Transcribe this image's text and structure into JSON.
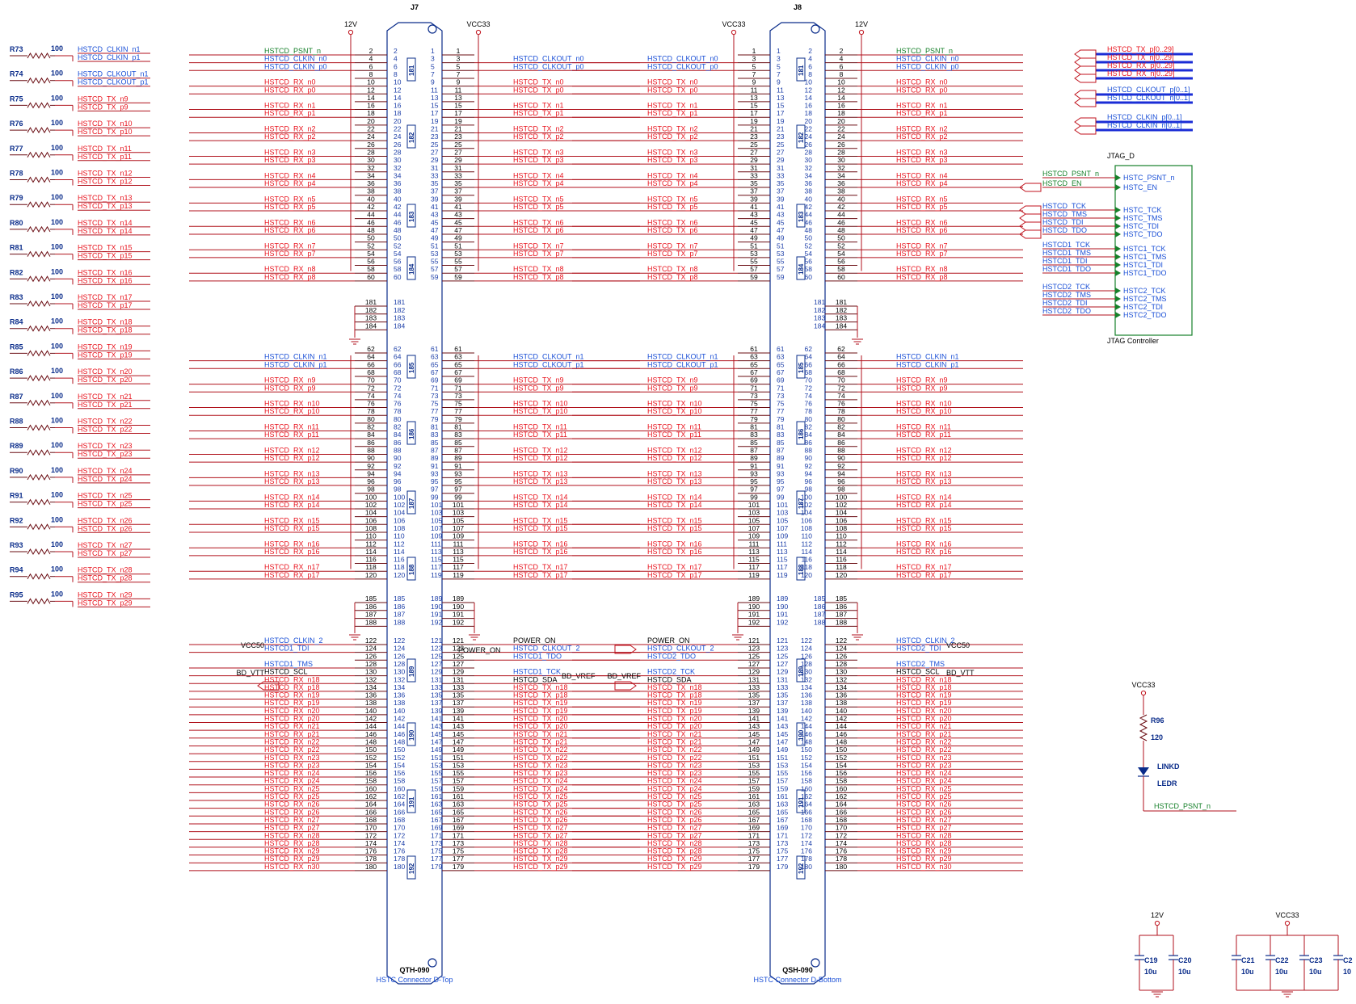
{
  "connectors": [
    {
      "ref": "J7",
      "part": "QTH-090",
      "description": "HSTC Connector D-Top",
      "top_rails": [
        "12V",
        "VCC33"
      ]
    },
    {
      "ref": "J8",
      "part": "QSH-090",
      "description": "HSTC Connector D-Bottom",
      "top_rails": [
        "VCC33",
        "12V"
      ]
    }
  ],
  "banks": [
    "181",
    "182",
    "183",
    "184",
    "185",
    "186",
    "187",
    "188",
    "189",
    "190",
    "191",
    "192"
  ],
  "resistors": [
    {
      "ref": "R73",
      "value": "100",
      "n": "HSTCD_CLKIN_n1",
      "p": "HSTCD_CLKIN_p1",
      "kind": "clk"
    },
    {
      "ref": "R74",
      "value": "100",
      "n": "HSTCD_CLKOUT_n1",
      "p": "HSTCD_CLKOUT_p1",
      "kind": "clk"
    },
    {
      "ref": "R75",
      "value": "100",
      "n": "HSTCD_TX_n9",
      "p": "HSTCD_TX_p9",
      "kind": "tx"
    },
    {
      "ref": "R76",
      "value": "100",
      "n": "HSTCD_TX_n10",
      "p": "HSTCD_TX_p10",
      "kind": "tx"
    },
    {
      "ref": "R77",
      "value": "100",
      "n": "HSTCD_TX_n11",
      "p": "HSTCD_TX_p11",
      "kind": "tx"
    },
    {
      "ref": "R78",
      "value": "100",
      "n": "HSTCD_TX_n12",
      "p": "HSTCD_TX_p12",
      "kind": "tx"
    },
    {
      "ref": "R79",
      "value": "100",
      "n": "HSTCD_TX_n13",
      "p": "HSTCD_TX_p13",
      "kind": "tx"
    },
    {
      "ref": "R80",
      "value": "100",
      "n": "HSTCD_TX_n14",
      "p": "HSTCD_TX_p14",
      "kind": "tx"
    },
    {
      "ref": "R81",
      "value": "100",
      "n": "HSTCD_TX_n15",
      "p": "HSTCD_TX_p15",
      "kind": "tx"
    },
    {
      "ref": "R82",
      "value": "100",
      "n": "HSTCD_TX_n16",
      "p": "HSTCD_TX_p16",
      "kind": "tx"
    },
    {
      "ref": "R83",
      "value": "100",
      "n": "HSTCD_TX_n17",
      "p": "HSTCD_TX_p17",
      "kind": "tx"
    },
    {
      "ref": "R84",
      "value": "100",
      "n": "HSTCD_TX_n18",
      "p": "HSTCD_TX_p18",
      "kind": "tx"
    },
    {
      "ref": "R85",
      "value": "100",
      "n": "HSTCD_TX_n19",
      "p": "HSTCD_TX_p19",
      "kind": "tx"
    },
    {
      "ref": "R86",
      "value": "100",
      "n": "HSTCD_TX_n20",
      "p": "HSTCD_TX_p20",
      "kind": "tx"
    },
    {
      "ref": "R87",
      "value": "100",
      "n": "HSTCD_TX_n21",
      "p": "HSTCD_TX_p21",
      "kind": "tx"
    },
    {
      "ref": "R88",
      "value": "100",
      "n": "HSTCD_TX_n22",
      "p": "HSTCD_TX_p22",
      "kind": "tx"
    },
    {
      "ref": "R89",
      "value": "100",
      "n": "HSTCD_TX_n23",
      "p": "HSTCD_TX_p23",
      "kind": "tx"
    },
    {
      "ref": "R90",
      "value": "100",
      "n": "HSTCD_TX_n24",
      "p": "HSTCD_TX_p24",
      "kind": "tx"
    },
    {
      "ref": "R91",
      "value": "100",
      "n": "HSTCD_TX_n25",
      "p": "HSTCD_TX_p25",
      "kind": "tx"
    },
    {
      "ref": "R92",
      "value": "100",
      "n": "HSTCD_TX_n26",
      "p": "HSTCD_TX_p26",
      "kind": "tx"
    },
    {
      "ref": "R93",
      "value": "100",
      "n": "HSTCD_TX_n27",
      "p": "HSTCD_TX_p27",
      "kind": "tx"
    },
    {
      "ref": "R94",
      "value": "100",
      "n": "HSTCD_TX_n28",
      "p": "HSTCD_TX_p28",
      "kind": "tx"
    },
    {
      "ref": "R95",
      "value": "100",
      "n": "HSTCD_TX_n29",
      "p": "HSTCD_TX_p29",
      "kind": "tx"
    }
  ],
  "bus_ports": [
    {
      "name": "HSTCD_TX_p[0..29]",
      "kind": "tx"
    },
    {
      "name": "HSTCD_TX_n[0..29]",
      "kind": "tx"
    },
    {
      "name": "HSTCD_RX_p[0..29]",
      "kind": "tx"
    },
    {
      "name": "HSTCD_RX_n[0..29]",
      "kind": "tx"
    },
    {
      "name": "HSTCD_CLKOUT_p[0..1]",
      "kind": "clk"
    },
    {
      "name": "HSTCD_CLKOUT_n[0..1]",
      "kind": "clk"
    },
    {
      "name": "HSTCD_CLKIN_p[0..1]",
      "kind": "clk"
    },
    {
      "name": "HSTCD_CLKIN_n[0..1]",
      "kind": "clk"
    }
  ],
  "jtag": {
    "block_name": "JTAG_D",
    "caption": "JTAG Controller",
    "net_psnt": "HSTCD_PSNT_n",
    "net_en": "HSTCD_EN",
    "pins": [
      {
        "net": "HSTCD_PSNT_n",
        "pin": "HSTC_PSNT_n",
        "color": "green"
      },
      {
        "net": "HSTCD_EN",
        "pin": "HSTC_EN",
        "color": "green"
      },
      {
        "net": "HSTCD_TCK",
        "pin": "HSTC_TCK",
        "color": "blue"
      },
      {
        "net": "HSTCD_TMS",
        "pin": "HSTC_TMS",
        "color": "blue"
      },
      {
        "net": "HSTCD_TDI",
        "pin": "HSTC_TDI",
        "color": "blue"
      },
      {
        "net": "HSTCD_TDO",
        "pin": "HSTC_TDO",
        "color": "blue"
      },
      {
        "net": "HSTCD1_TCK",
        "pin": "HSTC1_TCK",
        "color": "blue"
      },
      {
        "net": "HSTCD1_TMS",
        "pin": "HSTC1_TMS",
        "color": "blue"
      },
      {
        "net": "HSTCD1_TDI",
        "pin": "HSTC1_TDI",
        "color": "blue"
      },
      {
        "net": "HSTCD1_TDO",
        "pin": "HSTC1_TDO",
        "color": "blue"
      },
      {
        "net": "HSTCD2_TCK",
        "pin": "HSTC2_TCK",
        "color": "blue"
      },
      {
        "net": "HSTCD2_TMS",
        "pin": "HSTC2_TMS",
        "color": "blue"
      },
      {
        "net": "HSTCD2_TDI",
        "pin": "HSTC2_TDI",
        "color": "blue"
      },
      {
        "net": "HSTCD2_TDO",
        "pin": "HSTC2_TDO",
        "color": "blue"
      }
    ]
  },
  "led": {
    "rail": "VCC33",
    "resistor_ref": "R96",
    "resistor_value": "120",
    "led_ref": "LINKD",
    "led_value": "LEDR",
    "net": "HSTCD_PSNT_n"
  },
  "caps": [
    {
      "rail": "12V",
      "items": [
        {
          "ref": "C19",
          "value": "10u"
        },
        {
          "ref": "C20",
          "value": "10u"
        }
      ]
    },
    {
      "rail": "VCC33",
      "items": [
        {
          "ref": "C21",
          "value": "10u"
        },
        {
          "ref": "C22",
          "value": "10u"
        },
        {
          "ref": "C23",
          "value": "10u"
        },
        {
          "ref": "C2",
          "value": "10"
        }
      ]
    }
  ],
  "power_nets": {
    "vcc50": "VCC50",
    "bd_vtt": "BD_VTT",
    "bd_vref": "BD_VREF",
    "power_on": "POWER_ON"
  },
  "colors": {
    "red": "#e8121c",
    "blue": "#1a4fd6",
    "green": "#16802a",
    "body": "#0a2c8a",
    "wire": "#b0121c"
  }
}
